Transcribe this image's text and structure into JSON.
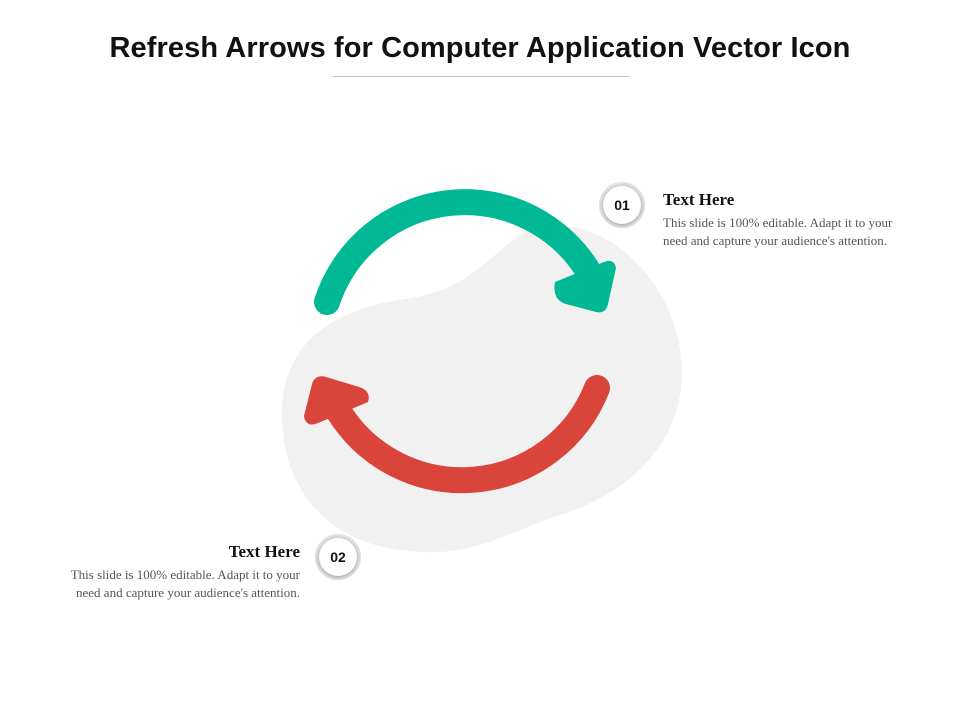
{
  "title": "Refresh Arrows for Computer Application Vector Icon",
  "colors": {
    "arrow_top": "#00b894",
    "arrow_bottom": "#d9443b",
    "blob": "#f1f1f1"
  },
  "icons": [
    "refresh-arrows-icon"
  ],
  "callouts": [
    {
      "number": "01",
      "heading": "Text Here",
      "body": "This slide is 100% editable. Adapt it to your need and capture your audience's attention."
    },
    {
      "number": "02",
      "heading": "Text Here",
      "body": "This slide is 100% editable. Adapt it to your need and capture your audience's attention."
    }
  ]
}
